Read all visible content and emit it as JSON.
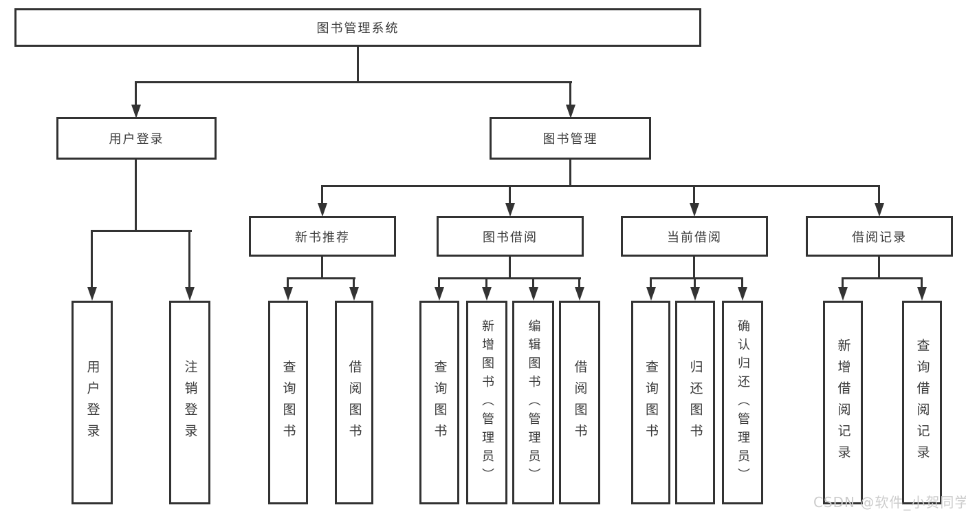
{
  "colors": {
    "line": "#333333",
    "box_border": "#323232",
    "watermark": "#cccccc"
  },
  "watermark": "CSDN @软件_小贺同学",
  "tree": {
    "root": "图书管理系统",
    "branches": [
      {
        "label": "用户登录",
        "leaves": [
          {
            "label": "用户登录"
          },
          {
            "label": "注销登录"
          }
        ]
      },
      {
        "label": "图书管理",
        "sections": [
          {
            "label": "新书推荐",
            "leaves": [
              {
                "label": "查询图书"
              },
              {
                "label": "借阅图书"
              }
            ]
          },
          {
            "label": "图书借阅",
            "leaves": [
              {
                "label": "查询图书"
              },
              {
                "label": "新增图书（管理员）"
              },
              {
                "label": "编辑图书（管理员）"
              },
              {
                "label": "借阅图书"
              }
            ]
          },
          {
            "label": "当前借阅",
            "leaves": [
              {
                "label": "查询图书"
              },
              {
                "label": "归还图书"
              },
              {
                "label": "确认归还（管理员）"
              }
            ]
          },
          {
            "label": "借阅记录",
            "leaves": [
              {
                "label": "新增借阅记录"
              },
              {
                "label": "查询借阅记录"
              }
            ]
          }
        ]
      }
    ]
  }
}
